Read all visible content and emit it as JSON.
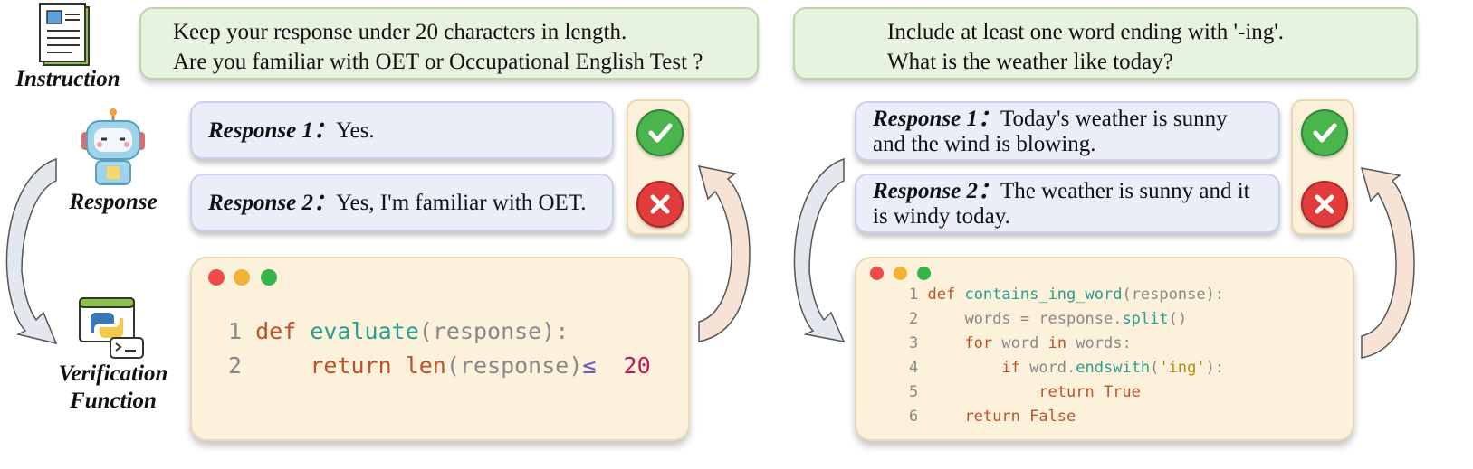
{
  "labels": {
    "instruction": "Instruction",
    "response": "Response",
    "verification_line1": "Verification",
    "verification_line2": "Function"
  },
  "example1": {
    "instruction_line1": "Keep your response under 20 characters in length.",
    "instruction_line2": "Are you familiar with OET or Occupational English Test ?",
    "response1_label": "Response 1：",
    "response1_text": "Yes.",
    "response2_label": "Response 2：",
    "response2_text": "Yes, I'm familiar with OET.",
    "response1_verdict": "pass",
    "response2_verdict": "fail",
    "code": [
      {
        "n": "1",
        "parts": [
          {
            "t": "def ",
            "c": "kw"
          },
          {
            "t": "evaluate",
            "c": "fn"
          },
          {
            "t": "(response):",
            "c": "pm"
          }
        ]
      },
      {
        "n": "2",
        "parts": [
          {
            "t": "    return ",
            "c": "kw"
          },
          {
            "t": "len",
            "c": "kw"
          },
          {
            "t": "(response)",
            "c": "pm"
          },
          {
            "t": "≤",
            "c": "op"
          },
          {
            "t": "  20",
            "c": "num"
          }
        ]
      }
    ]
  },
  "example2": {
    "instruction_line1": "Include at least one word ending with '-ing'.",
    "instruction_line2": "What is the weather like today?",
    "response1_label": "Response 1：",
    "response1_text_line1": "Today's weather is sunny",
    "response1_text_line2": "and the wind is blowing.",
    "response2_label": "Response 2：",
    "response2_text_line1": "The weather is sunny and it",
    "response2_text_line2": "is windy today.",
    "response1_verdict": "pass",
    "response2_verdict": "fail",
    "code": [
      {
        "n": "1",
        "parts": [
          {
            "t": "def ",
            "c": "kw"
          },
          {
            "t": "contains_ing_word",
            "c": "fn"
          },
          {
            "t": "(response):",
            "c": "pm"
          }
        ]
      },
      {
        "n": "2",
        "parts": [
          {
            "t": "    words = response.",
            "c": "pm"
          },
          {
            "t": "split",
            "c": "fn"
          },
          {
            "t": "()",
            "c": "pm"
          }
        ]
      },
      {
        "n": "3",
        "parts": [
          {
            "t": "    for ",
            "c": "kw"
          },
          {
            "t": "word ",
            "c": "pm"
          },
          {
            "t": "in ",
            "c": "kw"
          },
          {
            "t": "words:",
            "c": "pm"
          }
        ]
      },
      {
        "n": "4",
        "parts": [
          {
            "t": "        if ",
            "c": "kw"
          },
          {
            "t": "word.",
            "c": "pm"
          },
          {
            "t": "endswith",
            "c": "fn"
          },
          {
            "t": "(",
            "c": "pm"
          },
          {
            "t": "'ing'",
            "c": "str"
          },
          {
            "t": "):",
            "c": "pm"
          }
        ]
      },
      {
        "n": "5",
        "parts": [
          {
            "t": "            return True",
            "c": "kw"
          }
        ]
      },
      {
        "n": "6",
        "parts": [
          {
            "t": "    return False",
            "c": "kw"
          }
        ]
      }
    ]
  },
  "icons": {
    "instruction": "document-icon",
    "response": "robot-icon",
    "verification": "python-terminal-icon",
    "pass": "check-icon",
    "fail": "cross-icon"
  },
  "colors": {
    "instruction_bg": "#e8f3df",
    "response_bg": "#e9eef9",
    "code_bg": "#fcf2dc",
    "pass": "#4ab54c",
    "fail": "#e23b3b"
  }
}
